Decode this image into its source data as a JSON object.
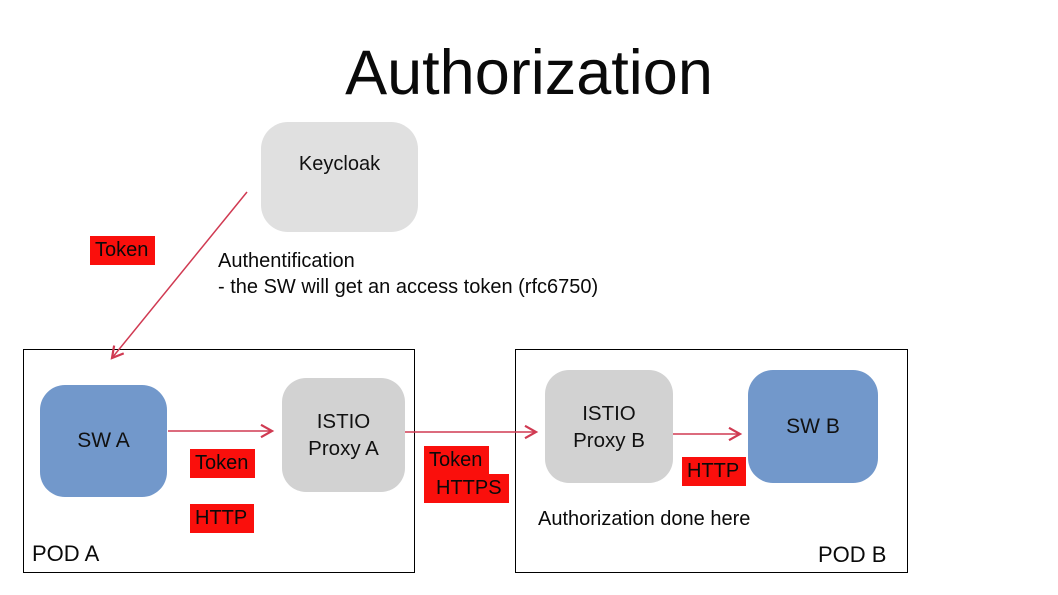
{
  "slide": {
    "title": "Authorization",
    "keycloak_label": "Keycloak",
    "token_top_label": "Token",
    "note_line1": "Authentification",
    "note_line2": "- the SW will get an access token (rfc6750)"
  },
  "pod_a": {
    "name": "POD A",
    "sw_label": "SW A",
    "proxy_line1": "ISTIO",
    "proxy_line2": "Proxy A",
    "token_label": "Token",
    "http_label": "HTTP"
  },
  "link_between_pods": {
    "token_label": "Token",
    "https_label": "HTTPS"
  },
  "pod_b": {
    "name": "POD B",
    "proxy_line1": "ISTIO",
    "proxy_line2": "Proxy B",
    "sw_label": "SW B",
    "http_label": "HTTP",
    "note": "Authorization done here"
  },
  "colors": {
    "sw_box_blue": "#7298cb",
    "proxy_box_gray": "#d2d2d2",
    "keycloak_gray": "#e0e0e0",
    "label_red": "#fa0f0c",
    "arrow_red": "#d03a52",
    "pod_border_black": "#000000"
  }
}
